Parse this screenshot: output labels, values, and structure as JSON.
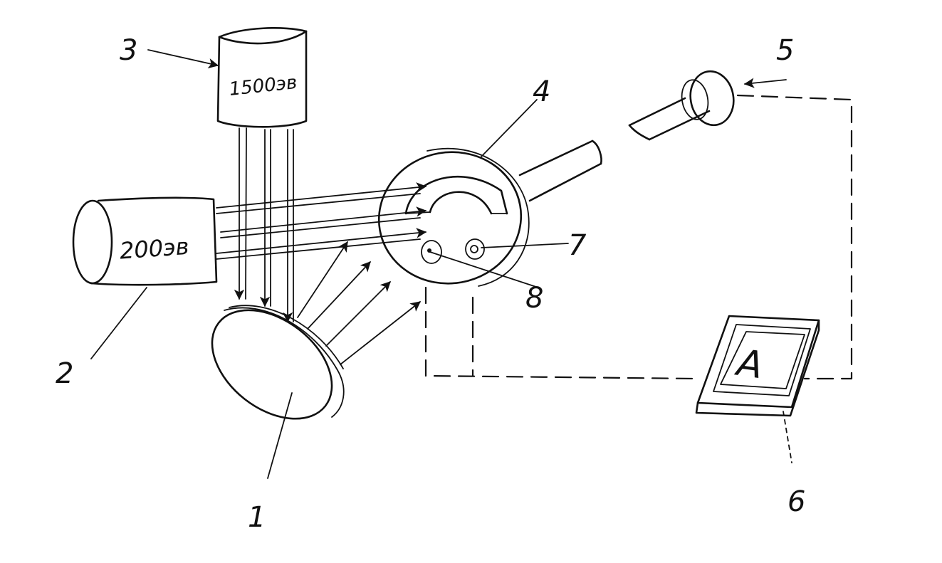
{
  "labels": {
    "n1": "1",
    "n2": "2",
    "n3": "3",
    "n4": "4",
    "n5": "5",
    "n6": "6",
    "n7": "7",
    "n8": "8"
  },
  "sources": {
    "electron_gun_energy": "1500эв",
    "ion_gun_energy": "200эв"
  },
  "display": {
    "glyph": "A"
  }
}
